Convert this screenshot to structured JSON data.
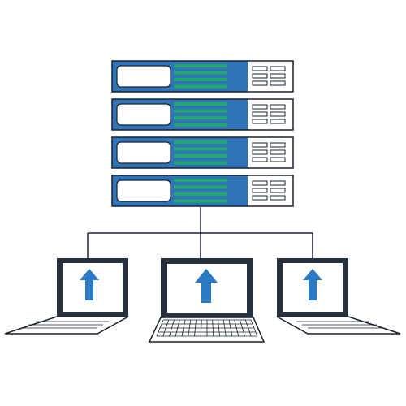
{
  "diagram": {
    "server_units": [
      {
        "id": "server-unit-1"
      },
      {
        "id": "server-unit-2"
      },
      {
        "id": "server-unit-3"
      },
      {
        "id": "server-unit-4"
      }
    ],
    "clients": [
      {
        "id": "laptop-left",
        "icon": "upload-arrow-icon",
        "view": "angled-left"
      },
      {
        "id": "laptop-center",
        "icon": "upload-arrow-icon",
        "view": "front"
      },
      {
        "id": "laptop-right",
        "icon": "upload-arrow-icon",
        "view": "angled-right"
      }
    ],
    "colors": {
      "server_blue": "#2f74b8",
      "led_green": "#1fa96a",
      "outline": "#1a2230",
      "arrow_blue": "#2b7ac4",
      "screen_frame": "#27313d",
      "white": "#ffffff"
    }
  }
}
